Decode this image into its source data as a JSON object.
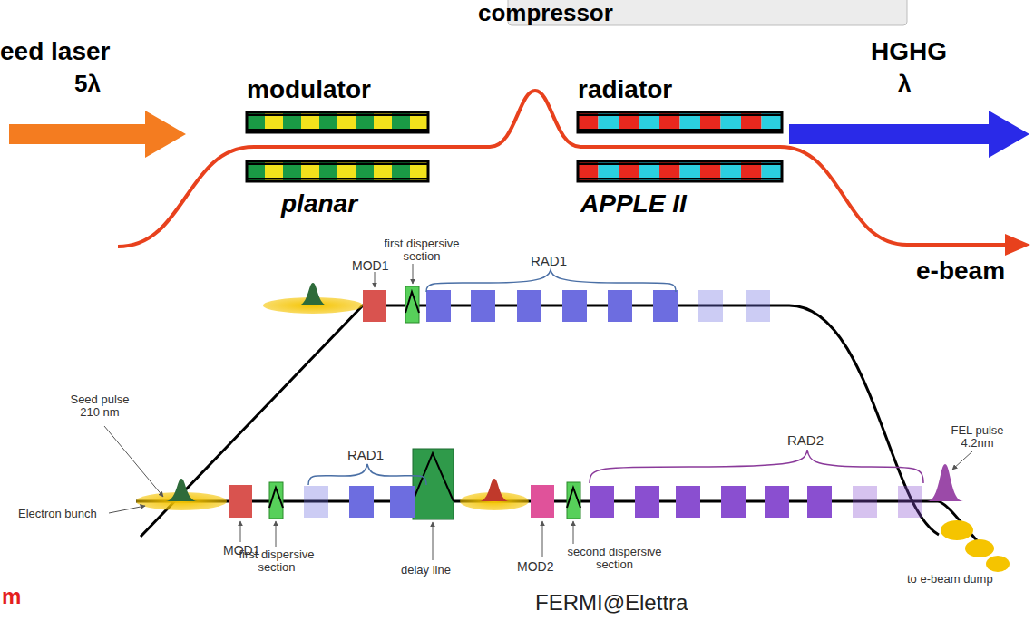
{
  "diagram": {
    "labels": [
      "compressor",
      "eed laser",
      "5λ",
      "modulator",
      "radiator",
      "HGHG",
      "λ",
      "planar",
      "APPLE II",
      "e-beam",
      "first dispersive section",
      "MOD1",
      "RAD1",
      "FEL pulse 4.2nm",
      "Seed pulse 210 nm",
      "RAD1",
      "RAD2",
      "Electron bunch",
      "MOD1",
      "first dispersive section",
      "delay line",
      "MOD2",
      "second dispersive section",
      "to e-beam dump",
      "m",
      "FERMI@Elettra"
    ]
  }
}
